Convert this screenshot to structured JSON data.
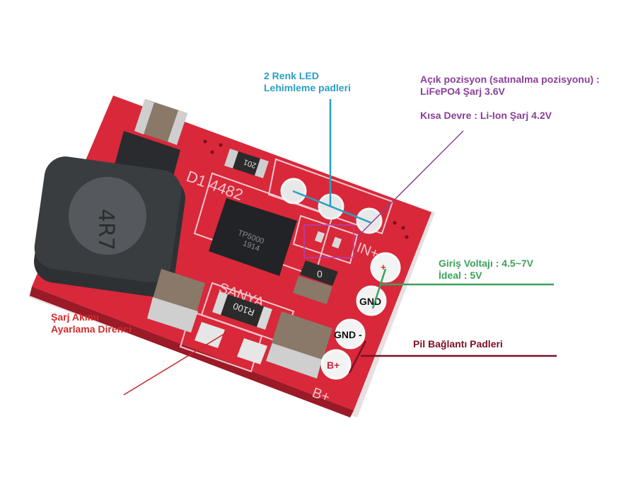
{
  "image": {
    "subject": "TP5000 charger module board (red PCB) with Turkish annotations",
    "background": "#ffffff"
  },
  "board": {
    "chip_label_1": "TP5000",
    "chip_label_2": "1914",
    "resistor_top": "201",
    "resistor_sense": "R100",
    "silkscreen_brand": "SANYA",
    "silkscreen_code": "D1 4482",
    "silkscreen_inplus": "IN+",
    "silkscreen_bplus": "B+",
    "small_res": "0"
  },
  "pads": {
    "in_plus": "+",
    "gnd": "GND",
    "gnd_minus": "GND -",
    "b_plus": "B+"
  },
  "annotations": {
    "led": {
      "line1": "2 Renk LED",
      "line2": "Lehimleme padleri",
      "color": "#2a9fc4"
    },
    "mode": {
      "line1": "Açık pozisyon (satınalma pozisyonu) :",
      "line2": "LiFePO4 Şarj 3.6V",
      "line3": "Kısa Devre : Li-Ion Şarj 4.2V",
      "color": "#8a3f97"
    },
    "input": {
      "line1": "Giriş Voltajı : 4.5~7V",
      "line2": "İdeal : 5V",
      "color": "#3aa35a"
    },
    "battery": {
      "line1": "Pil Bağlantı Padleri",
      "color": "#7a1024"
    },
    "resistor": {
      "line1": "Şarj Akımı",
      "line2": "Ayarlama Direnci",
      "color": "#d42a2a"
    }
  },
  "colors": {
    "pcb_red": "#d8283a",
    "pcb_dark": "#a8182a",
    "silk": "#f2c6cc",
    "inductor": "#3a3d40",
    "chip": "#222326",
    "cap": "#8a7868",
    "pad": "#f3f3f3"
  }
}
